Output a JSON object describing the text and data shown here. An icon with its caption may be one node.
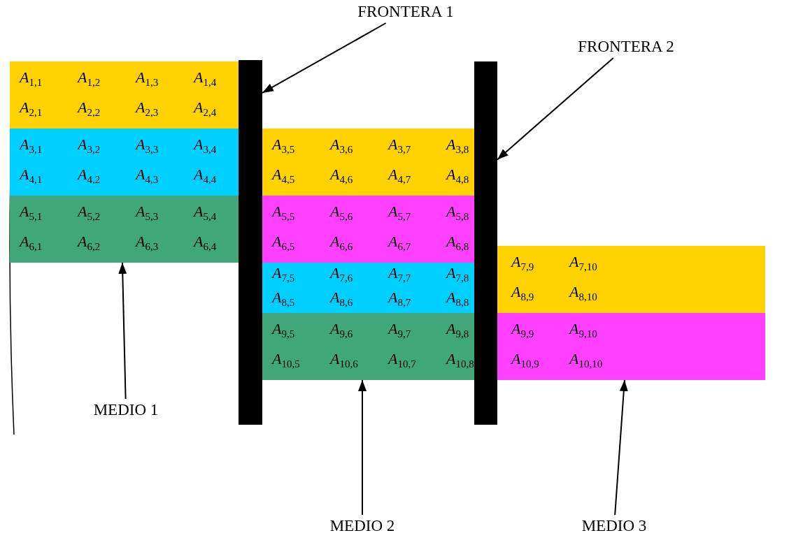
{
  "diagram": {
    "nodes": [
      {
        "text": [],
        "shape": "box"
      },
      {
        "text": [
          "*A*$_{1,1}$",
          "*A*$_{1,2}$",
          "*A*$_{1,3}$",
          "*A*$_{1,4}$",
          "*A*$_{2,1}$",
          "*A*$_{2,2}$",
          "*A*$_{2,3}$",
          "*A*$_{2,4}$"
        ],
        "in": 0
      },
      {
        "text": [
          "*A*$_{3,1}$",
          "*A*$_{3,2}$",
          "*A*$_{3,3}$",
          "*A*$_{3,4}$",
          "*A*$_{4,1}$",
          "*A*$_{4,2}$",
          "*A*$_{4,3}$",
          "*A*$_{4,4}$"
        ],
        "in": 0
      },
      {
        "text": [
          "*A*$_{5,1}$",
          "*A*$_{5,2}$",
          "*A*$_{5,3}$",
          "*A*$_{5,4}$",
          "*A*$_{6,1}$",
          "*A*$_{6,2}$",
          "*A*$_{6,3}$",
          "*A*$_{6,4}$"
        ],
        "in": 0
      },
      {
        "text": [],
        "shape": "bar"
      },
      {
        "text": [],
        "shape": "box"
      },
      {
        "text": [
          "*A*$_{3,5}$",
          "*A*$_{3,6}$",
          "*A*$_{3,7}$",
          "*A*$_{3,8}$",
          "*A*$_{4,5}$",
          "*A*$_{4,6}$",
          "*A*$_{4,7}$",
          "*A*$_{4,8}$"
        ],
        "in": 5
      },
      {
        "text": [
          "*A*$_{5,5}$",
          "*A*$_{5,6}$",
          "*A*$_{5,7}$",
          "*A*$_{5,8}$",
          "*A*$_{6,5}$",
          "*A*$_{6,6}$",
          "*A*$_{6,7}$",
          "*A*$_{6,8}$"
        ],
        "in": 5
      },
      {
        "text": [
          "*A*$_{7,5}$",
          "*A*$_{7,6}$",
          "*A*$_{7,7}$",
          "*A*$_{7,8}$",
          "*A*$_{8,5}$",
          "*A*$_{8,6}$",
          "*A*$_{8,7}$",
          "*A*$_{8,8}$"
        ],
        "in": 5
      },
      {
        "text": [
          "*A*$_{9,5}$",
          "*A*$_{9,6}$",
          "*A*$_{9,7}$",
          "*A*$_{9,8}$",
          "*A*$_{10,5}$",
          "*A*$_{10,6}$",
          "*A*$_{10,7}$",
          "*A*$_{10,8}$"
        ],
        "in": 5
      },
      {
        "text": [],
        "shape": "bar"
      },
      {
        "text": [],
        "shape": "box"
      },
      {
        "text": [
          "*A*$_{7,9}$",
          "*A*$_{7,10}$",
          "*A*$_{8,9}$",
          "*A*$_{8,10}$"
        ],
        "in": 11
      },
      {
        "text": [
          "*A*$_{9,9}$",
          "*A*$_{9,10}$",
          "*A*$_{10,9}$",
          "*A*$_{10,10}$"
        ],
        "in": 11
      },
      {
        "text": [
          "FRONTERA 1"
        ]
      },
      {
        "text": [
          "FRONTERA 2"
        ]
      },
      {
        "text": [
          "MEDIO 1"
        ]
      },
      {
        "text": [
          "MEDIO 2"
        ]
      },
      {
        "text": [
          "MEDIO 3"
        ]
      }
    ],
    "edges": [
      {
        "from": 14,
        "to": 4,
        "arrow": "to"
      },
      {
        "from": 15,
        "to": 10,
        "arrow": "to"
      },
      {
        "from": 16,
        "to": 0,
        "arrow": "to"
      },
      {
        "from": 17,
        "to": 5,
        "arrow": "to"
      },
      {
        "from": 18,
        "to": 11,
        "arrow": "to"
      }
    ]
  }
}
